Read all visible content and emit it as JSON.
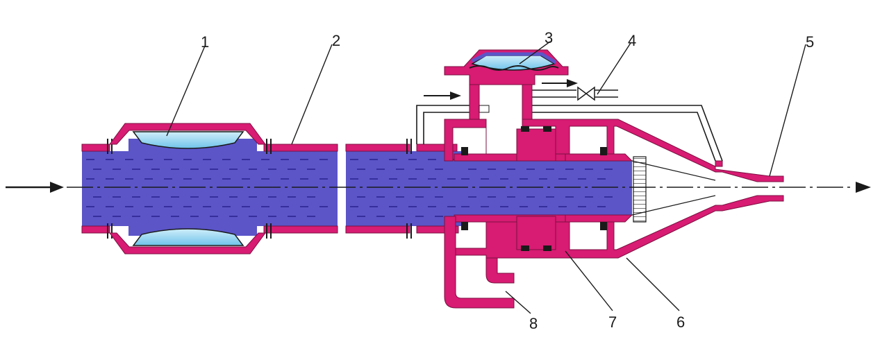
{
  "diagram": {
    "colors": {
      "wall": "#d81b73",
      "wall_edge": "#7a1040",
      "fluid": "#5b55c8",
      "fluid_dark": "#4038a8",
      "gas": "#8fd4f2",
      "outline": "#1a1a1a",
      "background": "#ffffff"
    },
    "callouts": [
      {
        "id": "1",
        "label": "1"
      },
      {
        "id": "2",
        "label": "2"
      },
      {
        "id": "3",
        "label": "3"
      },
      {
        "id": "4",
        "label": "4"
      },
      {
        "id": "5",
        "label": "5"
      },
      {
        "id": "6",
        "label": "6"
      },
      {
        "id": "7",
        "label": "7"
      },
      {
        "id": "8",
        "label": "8"
      }
    ]
  }
}
